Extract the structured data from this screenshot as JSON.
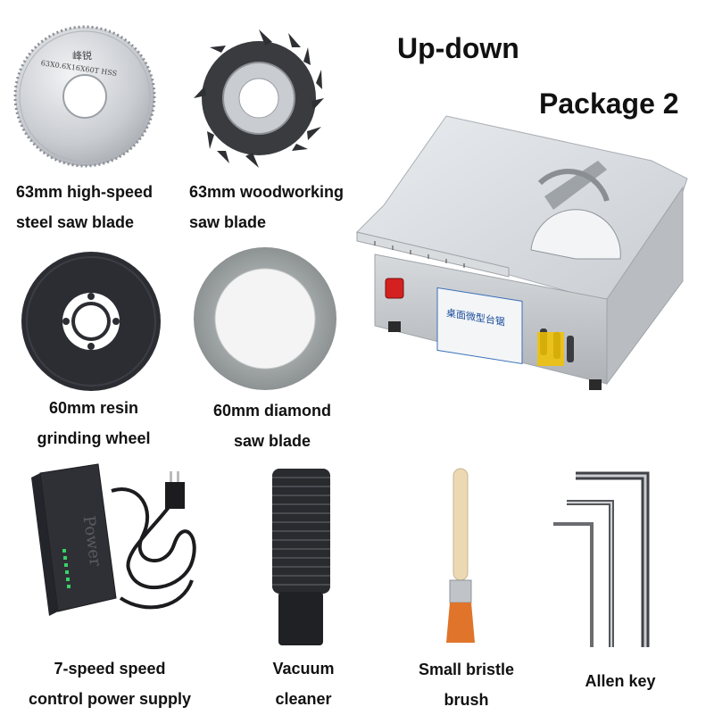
{
  "header": {
    "mode": "Up-down",
    "package": "Package 2"
  },
  "blades": {
    "hss_engraving": "63X0.6X16X60T HSS",
    "hss_brand": "峰锐",
    "table_saw_label": "桌面微型台锯"
  },
  "items": [
    {
      "line1": "63mm high-speed",
      "line2": "steel saw blade"
    },
    {
      "line1": "63mm woodworking",
      "line2": "saw blade"
    },
    {
      "line1": "60mm resin",
      "line2": "grinding wheel"
    },
    {
      "line1": "60mm diamond",
      "line2": "saw blade"
    },
    {
      "line1": "7-speed speed",
      "line2": "control power supply"
    },
    {
      "line1": "Vacuum",
      "line2": "cleaner"
    },
    {
      "line1": "Small bristle",
      "line2": "brush"
    },
    {
      "line1": "Allen key",
      "line2": ""
    }
  ],
  "power_supply_text": "Power",
  "colors": {
    "text": "#111111",
    "steel": "#c9ccd1",
    "dark_wheel": "#2b2c31",
    "diamond": "#9ea3a5",
    "brush_bristle": "#e0742a",
    "switch_red": "#d42020"
  }
}
